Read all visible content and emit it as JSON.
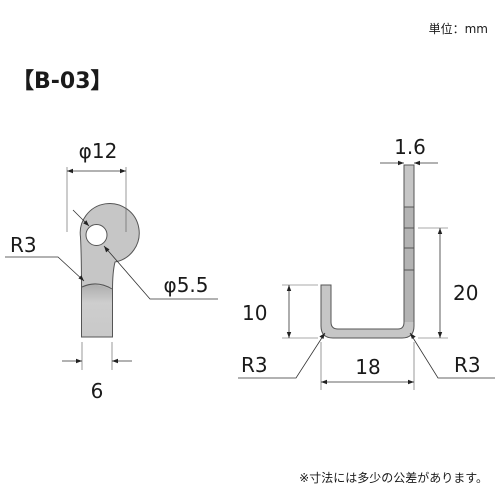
{
  "header": {
    "units": "単位：mm",
    "part_code": "【B-03】"
  },
  "front_view": {
    "outer_diameter": "φ12",
    "hole_diameter": "φ5.5",
    "radius": "R3",
    "width": "6"
  },
  "side_view": {
    "thickness": "1.6",
    "height": "20",
    "lip_height": "10",
    "base_width": "18",
    "radius_left": "R3",
    "radius_right": "R3"
  },
  "footer": {
    "note": "※寸法には多少の公差があります。"
  },
  "colors": {
    "part_fill": "#c6c6c6",
    "line": "#333333",
    "text": "#1a1a1a"
  }
}
